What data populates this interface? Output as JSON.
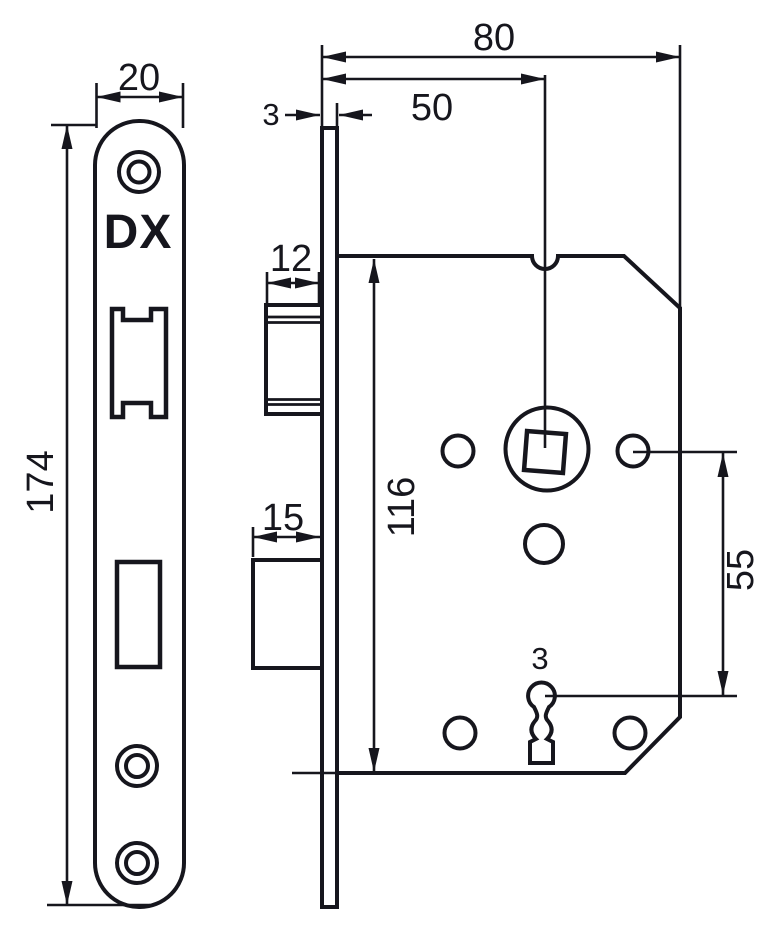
{
  "drawing": {
    "logo": "DX",
    "dims": {
      "plate_width": "20",
      "plate_height": "174",
      "plate_thickness": "3",
      "latch_width": "12",
      "bolt_width": "15",
      "case_depth": "80",
      "backset": "50",
      "case_height": "116",
      "key_distance": "55",
      "keyhole_width": "3"
    }
  }
}
